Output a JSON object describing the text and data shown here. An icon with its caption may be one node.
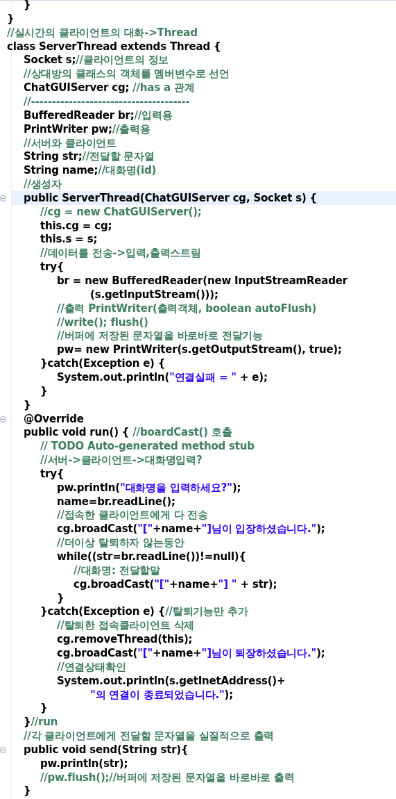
{
  "diagram": {
    "labels": [
      "}",
      "}",
      "//실시간의 클라이언트의 대화->Thread",
      "class ServerThread extends Thread {",
      "Socket s;//클라이언트의 정보",
      "//상대방의 클래스의 객체를 멤버변수로 선언",
      "ChatGUIServer cg; //has a 관계",
      "//--------------------------------------",
      "BufferedReader br;//입력용",
      "PrintWriter pw;//출력용",
      "//서버와 클라이언트",
      "String str;//전달할 문자열",
      "String name;//대화명(id)",
      "//생성자",
      "public ServerThread(ChatGUIServer cg, Socket s) {",
      "//cg = new ChatGUIServer();",
      "this.cg = cg;",
      "this.s = s;",
      "//데이터를 전송->입력,출력스트림",
      "try{",
      "br = new BufferedReader(new InputStreamReader",
      "(s.getInputStream()));",
      "//출력 PrintWriter(출력객체, boolean autoFlush)",
      "//write(); flush()",
      "//버퍼에 저장된 문자열을 바로바로 전달기능",
      "pw= new PrintWriter(s.getOutputStream(), true);",
      "}catch(Exception e) {",
      "System.out.println(\"연결실패 = \" + e);",
      "}",
      "}",
      "@Override",
      "public void run() { //boardCast() 호출",
      "// TODO Auto-generated method stub",
      "//서버->클라이언트->대화명입력?",
      "try{",
      "pw.println(\"대화명을 입력하세요?\");",
      "name=br.readLine();",
      "//접속한 클라이언트에게 다 전송",
      "cg.broadCast(\"[\"+name+\"]님이 입장하셨습니다.\");",
      "//더이상 탈퇴하자 않는동안",
      "while((str=br.readLine())!=null){",
      "//대화명: 전달할말",
      "cg.broadCast(\"[\"+name+\"] \" + str);",
      "}",
      "}catch(Exception e) {//탈퇴기능만 추가",
      "//탈퇴한 접속클라이언트 삭제",
      "cg.removeThread(this);",
      "cg.broadCast(\"[\"+name+\"]님이 퇴장하셨습니다.\");",
      "//연결상태확인",
      "System.out.println(s.getInetAddress()+",
      "\"의 연결이 종료되었습니다.\");",
      "}",
      "}//run",
      "//각 클라이언트에게 전달할 문자열을 실질적으로 출력",
      "public void send(String str){",
      "pw.println(str);",
      "//pw.flush();//버퍼에 저장된 문자열을 바로바로 출력",
      "}"
    ]
  }
}
